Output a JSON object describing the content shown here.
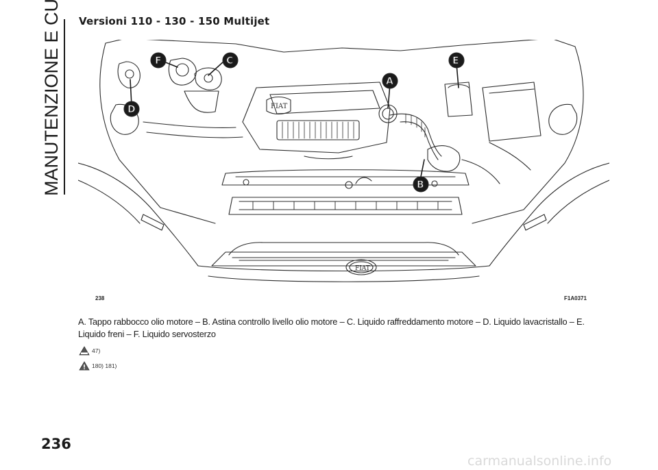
{
  "section": {
    "label": "MANUTENZIONE E CURA"
  },
  "heading": {
    "title": "Versioni 110 - 130 - 150 Multijet"
  },
  "figure": {
    "number": "238",
    "code": "F1A0371",
    "callouts": [
      "A",
      "B",
      "C",
      "D",
      "E",
      "F"
    ],
    "icon": "engine-bay-illustration"
  },
  "caption": {
    "text": "A. Tappo rabbocco olio motore – B. Astina controllo livello olio motore – C. Liquido raffreddamento motore – D. Liquido lavacristallo – E. Liquido freni – F. Liquido servosterzo"
  },
  "notes": [
    {
      "icon": "warning-triangle-icon",
      "ref": "47)"
    },
    {
      "icon": "warning-triangle-icon",
      "ref": "180) 181)"
    }
  ],
  "page": {
    "number": "236"
  },
  "footer": {
    "watermark": "carmanualsonline.info"
  }
}
